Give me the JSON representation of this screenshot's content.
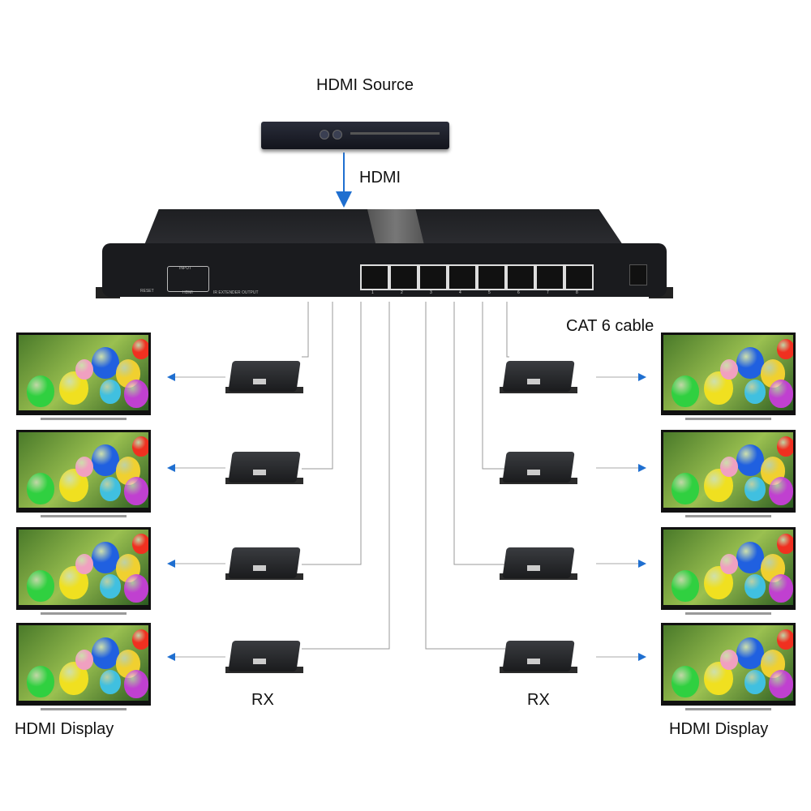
{
  "title": "HDMI Source",
  "input_cable": "HDMI",
  "cable_label": "CAT 6 cable",
  "receiver_label_left": "RX",
  "receiver_label_right": "RX",
  "display_label_left": "HDMI Display",
  "display_label_right": "HDMI Display",
  "splitter": {
    "labels": {
      "reset": "RESET",
      "input": "INPUT",
      "hdmi": "HDMI",
      "ir": "IR EXTENDER OUTPUT"
    },
    "ports": [
      "1",
      "2",
      "3",
      "4",
      "5",
      "6",
      "7",
      "8"
    ]
  },
  "colors": {
    "arrow": "#1f6fd0",
    "line": "#999999",
    "device": "#1a1b1e"
  }
}
